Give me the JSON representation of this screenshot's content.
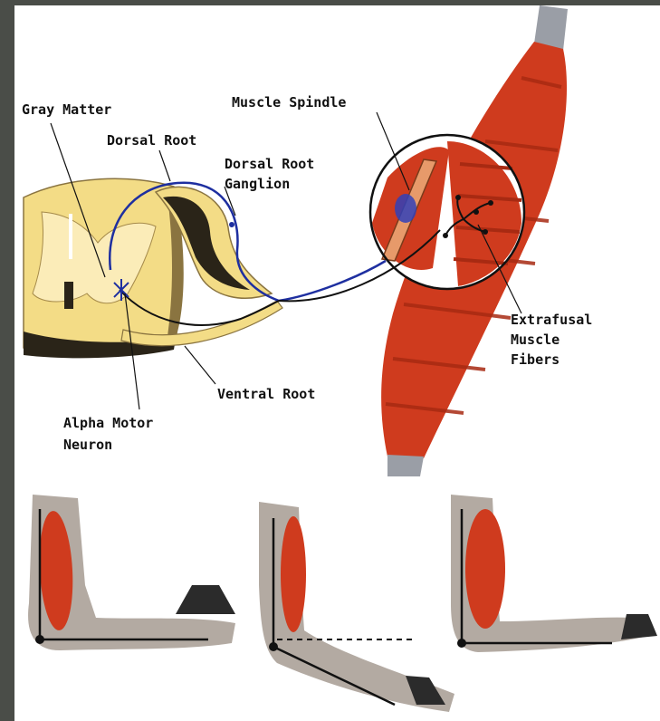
{
  "labels": {
    "gray_matter": "Gray Matter",
    "dorsal_root": "Dorsal Root",
    "dorsal_root_ganglion_line1": "Dorsal Root",
    "dorsal_root_ganglion_line2": "Ganglion",
    "muscle_spindle": "Muscle Spindle",
    "extrafusal_line1": "Extrafusal",
    "extrafusal_line2": "Muscle",
    "extrafusal_line3": "Fibers",
    "ventral_root": "Ventral Root",
    "alpha_motor_line1": "Alpha Motor",
    "alpha_motor_line2": "Neuron"
  },
  "colors": {
    "frame": "#4a4d48",
    "muscle": "#cf3b1e",
    "muscle_stripe": "#a82a12",
    "tendon": "#9a9ea6",
    "spinal_outer": "#f3dc86",
    "spinal_inner": "#fbecb8",
    "spinal_shadow": "#8a7440",
    "nerve_blue": "#1e2fa0",
    "arm_skin": "#b3aaa2",
    "weight": "#2b2b2b"
  },
  "icons": [
    "spinal-cord-icon",
    "muscle-icon",
    "arm-icon",
    "weight-icon"
  ]
}
